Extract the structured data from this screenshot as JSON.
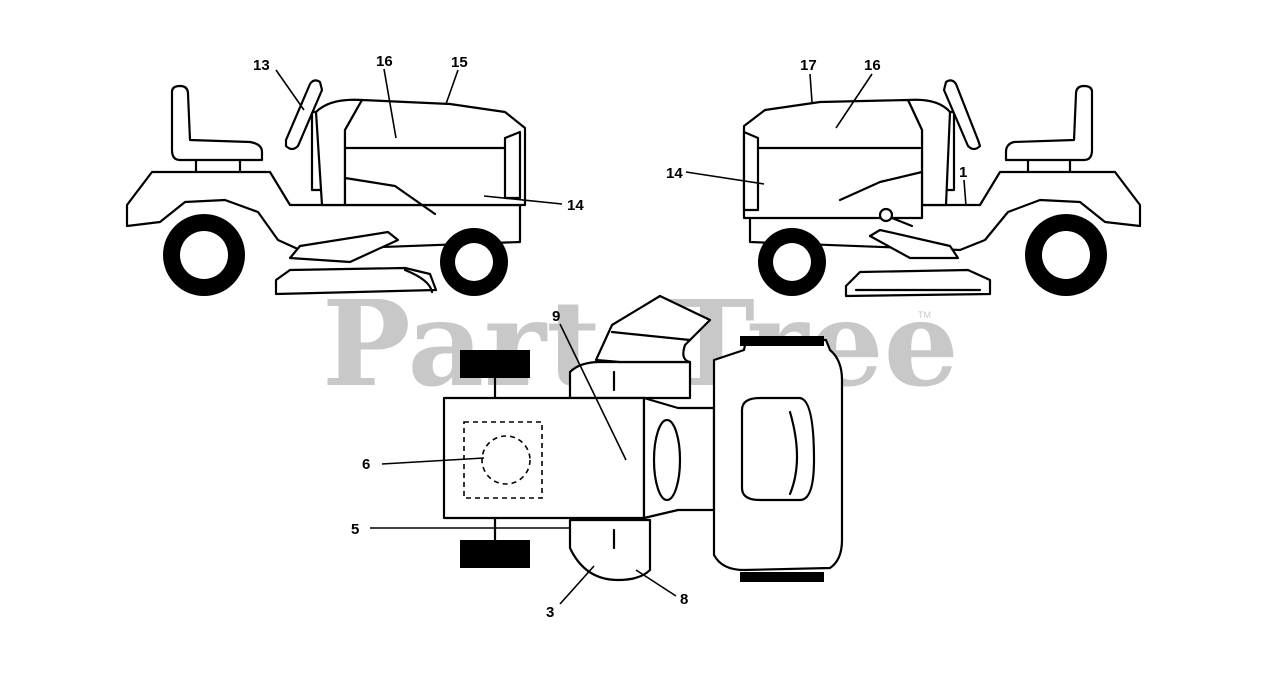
{
  "watermark": {
    "text": "PartsTree",
    "trademark": "TM"
  },
  "callouts": {
    "left_tractor": [
      "13",
      "16",
      "15",
      "14"
    ],
    "right_tractor": [
      "17",
      "16",
      "14",
      "1"
    ],
    "top_view": [
      "9",
      "6",
      "5",
      "3",
      "8"
    ]
  }
}
